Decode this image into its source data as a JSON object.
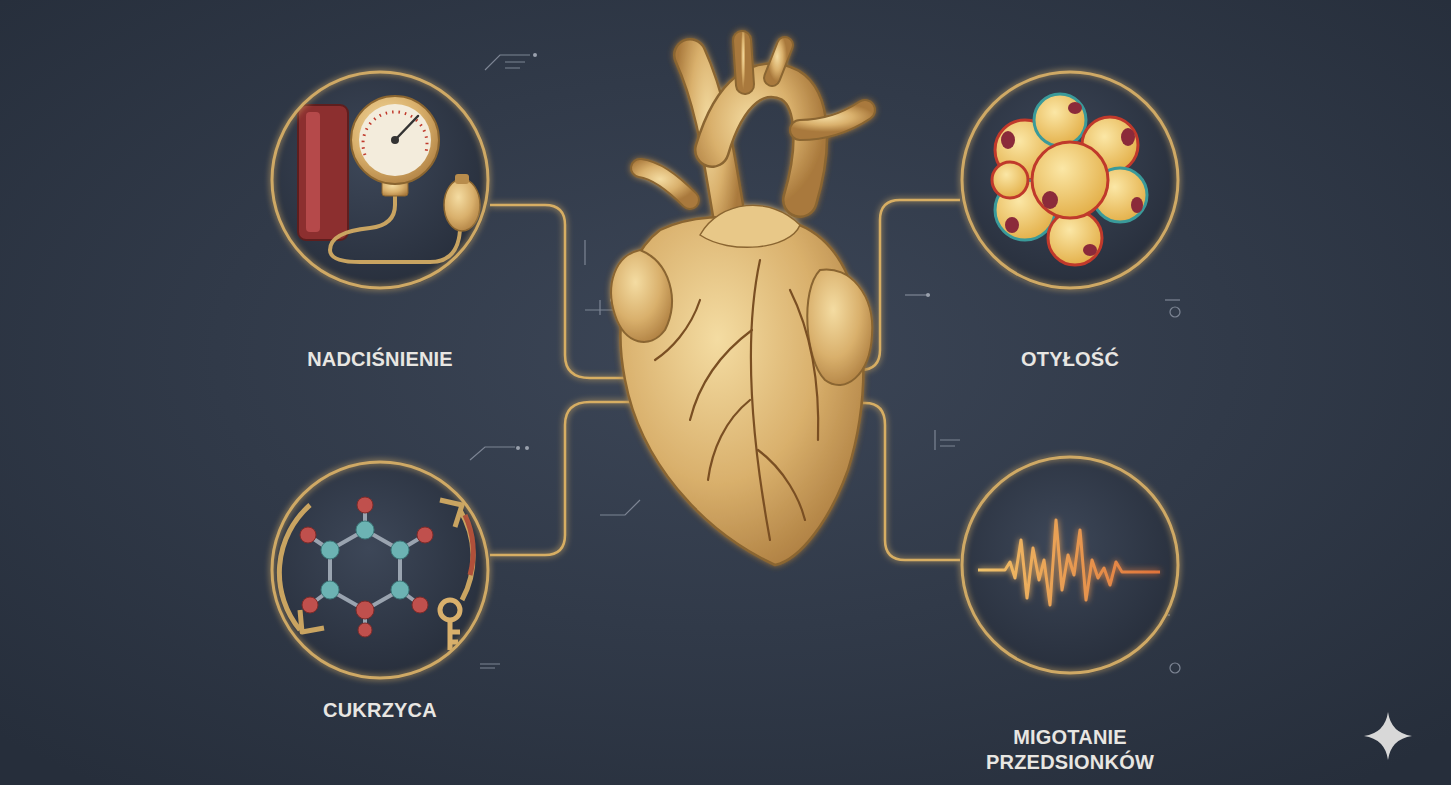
{
  "diagram": {
    "nodes": [
      {
        "text": [
          "NADCIŚNIENIE"
        ]
      },
      {
        "text": [
          "OTYŁOŚĆ"
        ]
      },
      {
        "text": [
          "CUKRZYCA"
        ]
      },
      {
        "text": [
          "MIGOTANIE PRZEDSIONKÓW"
        ]
      }
    ]
  }
}
